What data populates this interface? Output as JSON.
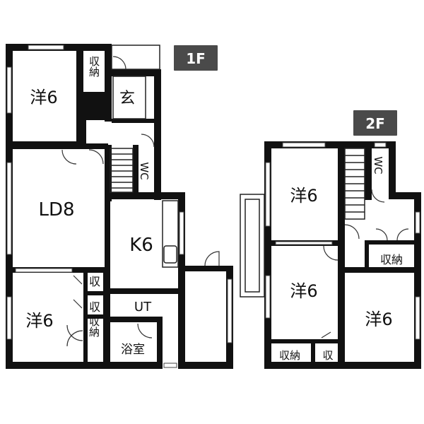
{
  "floors": {
    "first": {
      "badge": "1F",
      "rooms": {
        "western_nw": "洋6",
        "storage_top": "収納",
        "entrance": "玄",
        "wc": "WC",
        "living_dining": "LD8",
        "kitchen": "K6",
        "storage_small_1": "収",
        "storage_small_2": "収",
        "utility": "UT",
        "western_sw": "洋6",
        "storage_bottom": "収納",
        "bath": "浴室"
      }
    },
    "second": {
      "badge": "2F",
      "rooms": {
        "wc": "WC",
        "western_top": "洋6",
        "storage_right": "収納",
        "western_mid": "洋6",
        "western_right": "洋6",
        "storage_bottom": "収納",
        "storage_small": "収"
      }
    }
  },
  "colors": {
    "wall": "#111111",
    "badge": "#4a4a4a",
    "background": "#ffffff"
  }
}
